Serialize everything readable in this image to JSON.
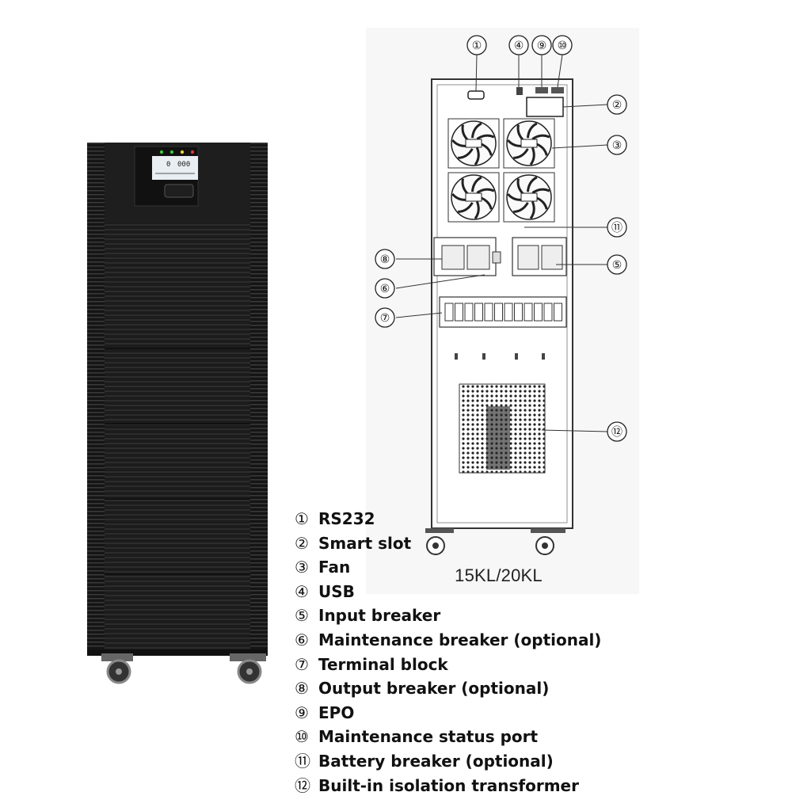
{
  "model_label": "15KL/20KL",
  "callouts": [
    "①",
    "④",
    "⑨",
    "⑩",
    "②",
    "③",
    "⑪",
    "⑧",
    "⑤",
    "⑥",
    "⑦",
    "⑫"
  ],
  "legend": [
    {
      "num": "①",
      "text": "RS232"
    },
    {
      "num": "②",
      "text": "Smart slot"
    },
    {
      "num": "③",
      "text": "Fan"
    },
    {
      "num": "④",
      "text": "USB"
    },
    {
      "num": "⑤",
      "text": "Input breaker"
    },
    {
      "num": "⑥",
      "text": "Maintenance breaker (optional)"
    },
    {
      "num": "⑦",
      "text": "Terminal block"
    },
    {
      "num": "⑧",
      "text": "Output breaker (optional)"
    },
    {
      "num": "⑨",
      "text": "EPO"
    },
    {
      "num": "⑩",
      "text": "Maintenance status port"
    },
    {
      "num": "⑪",
      "text": "Battery breaker (optional)"
    },
    {
      "num": "⑫",
      "text": "Built-in isolation transformer"
    }
  ],
  "lcd": {
    "reading_1": "0",
    "reading_2": "000"
  },
  "colors": {
    "ups_body": "#1b1b1b",
    "led_green": "#3ec53e",
    "led_yellow": "#e8d23a",
    "led_red": "#e03a2f"
  }
}
